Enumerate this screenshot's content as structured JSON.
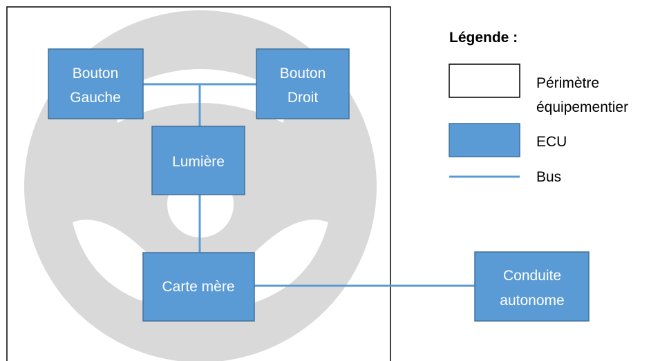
{
  "colors": {
    "ecu_fill": "#5b9bd5",
    "ecu_stroke": "#41719c",
    "bus": "#5b9bd5",
    "wheel": "#d9d9d9",
    "boundary": "#000000"
  },
  "nodes": {
    "bouton_gauche": {
      "line1": "Bouton",
      "line2": "Gauche"
    },
    "bouton_droit": {
      "line1": "Bouton",
      "line2": "Droit"
    },
    "lumiere": {
      "label": "Lumière"
    },
    "carte_mere": {
      "label": "Carte mère"
    },
    "conduite_autonome": {
      "line1": "Conduite",
      "line2": "autonome"
    }
  },
  "legend": {
    "title": "Légende :",
    "perimeter_line1": "Périmètre",
    "perimeter_line2": "équipementier",
    "ecu": "ECU",
    "bus": "Bus"
  }
}
